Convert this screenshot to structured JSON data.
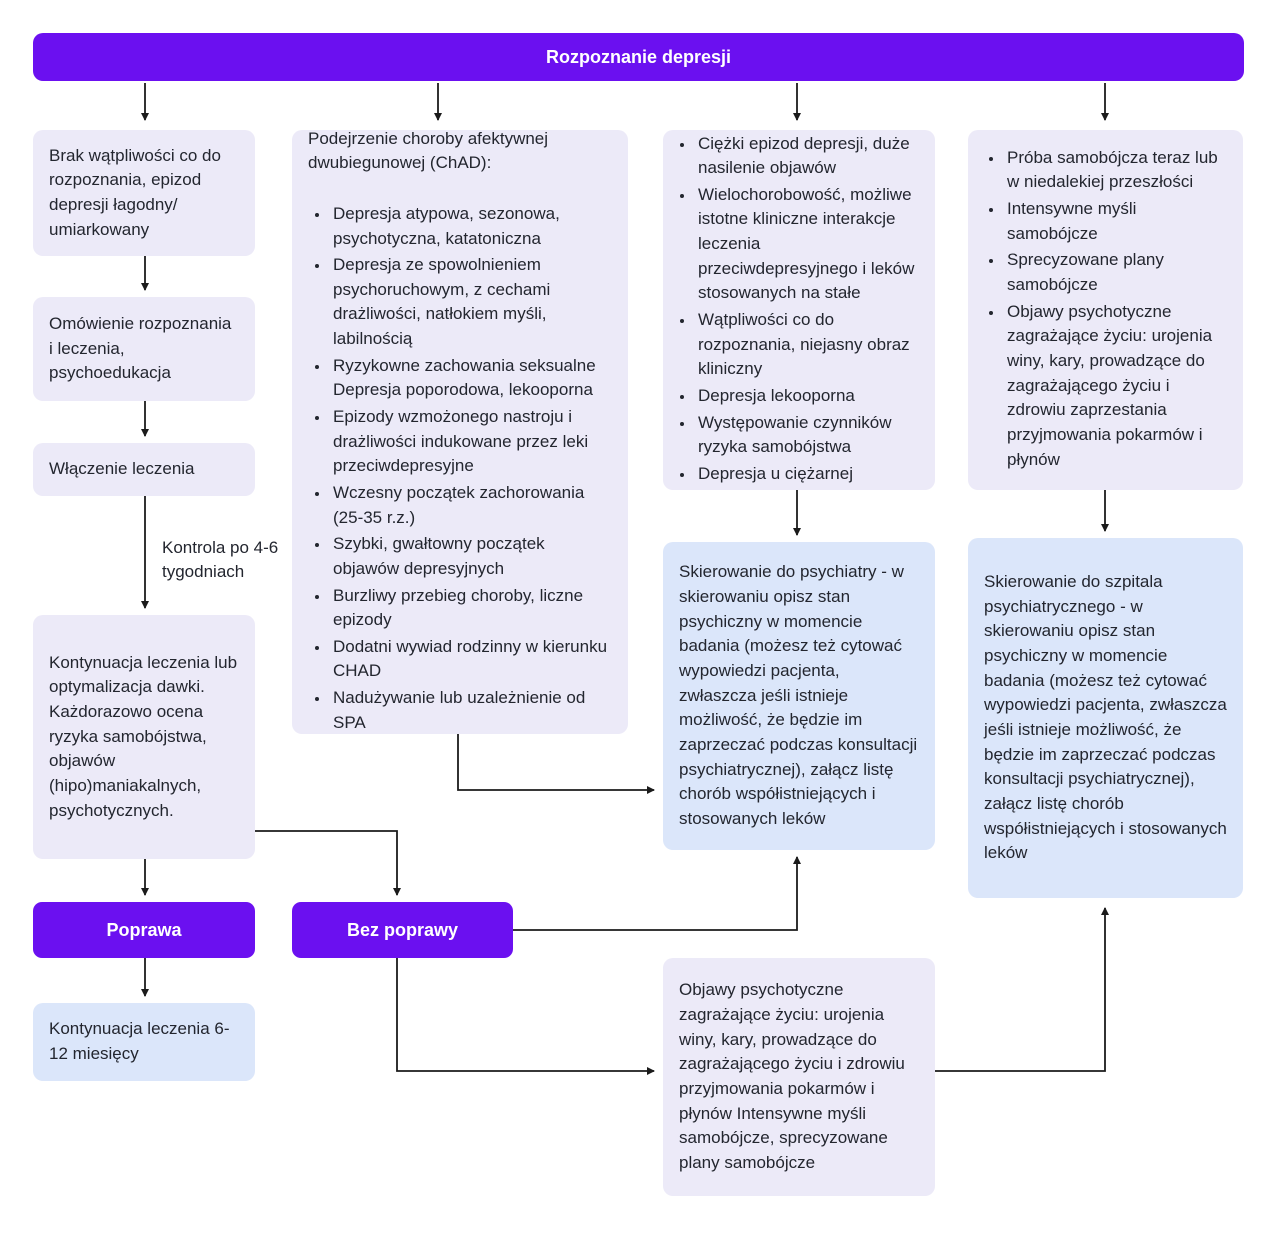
{
  "header": {
    "title": "Rozpoznanie depresji"
  },
  "colors": {
    "purple": "#6B10F0",
    "lavender": "#ECEAF8",
    "light_blue": "#DBE6FA",
    "line": "#1B1B1B",
    "text": "#23262F"
  },
  "column1": {
    "no_doubt": "Brak wątpliwości co do rozpoznania, epizod depresji łagodny/ umiarkowany",
    "psychoeducation": "Omówienie rozpoznania i leczenia, psychoedukacja",
    "start_treatment": "Włączenie leczenia",
    "followup_label": "Kontrola po 4-6 tygodniach",
    "continuation": "Kontynuacja leczenia lub optymalizacja dawki. Każdorazowo ocena ryzyka samobójstwa, objawów (hipo)maniakalnych, psychotycznych.",
    "improvement_button": "Poprawa",
    "continue_6_12": "Kontynuacja leczenia 6-12 miesięcy"
  },
  "column2": {
    "chad_title": "Podejrzenie choroby afektywnej dwubiegunowej (ChAD):",
    "chad_bullets": [
      "Depresja atypowa, sezonowa, psychotyczna, katatoniczna",
      "Depresja ze spowolnieniem psychoruchowym, z cechami drażliwości, natłokiem myśli, labilnością",
      "Ryzykowne zachowania seksualne Depresja poporodowa, lekooporna",
      "Epizody wzmożonego nastroju i drażliwości indukowane przez leki przeciwdepresyjne",
      "Wczesny początek zachorowania (25-35 r.z.)",
      "Szybki, gwałtowny początek objawów depresyjnych",
      "Burzliwy przebieg choroby, liczne epizody",
      "Dodatni wywiad rodzinny w kierunku CHAD",
      "Nadużywanie lub uzależnienie od SPA"
    ],
    "no_improvement_button": "Bez poprawy"
  },
  "column3": {
    "severe_bullets": [
      "Ciężki epizod depresji, duże nasilenie objawów",
      "Wielochorobowość, możliwe istotne kliniczne interakcje leczenia przeciwdepresyjnego i leków stosowanych na stałe",
      "Wątpliwości co do rozpoznania, niejasny obraz kliniczny",
      "Depresja lekooporna",
      "Występowanie czynników ryzyka samobójstwa",
      "Depresja u ciężarnej"
    ],
    "psychiatrist_referral": "Skierowanie do psychiatry - w skierowaniu opisz stan psychiczny w momencie badania (możesz też cytować wypowiedzi pacjenta, zwłaszcza jeśli istnieje możliwość, że będzie im zaprzeczać podczas konsultacji psychiatrycznej), załącz listę chorób współistniejących i stosowanych leków",
    "life_threatening": "Objawy psychotyczne zagrażające życiu: urojenia winy, kary, prowadzące do zagrażającego życiu i zdrowiu przyjmowania pokarmów i płynów Intensywne myśli samobójcze, sprecyzowane plany samobójcze"
  },
  "column4": {
    "suicide_bullets": [
      "Próba samobójcza teraz lub w niedalekiej przeszłości",
      "Intensywne myśli samobójcze",
      "Sprecyzowane plany samobójcze",
      "Objawy psychotyczne zagrażające życiu: urojenia winy, kary, prowadzące do zagrażającego życiu i zdrowiu zaprzestania przyjmowania pokarmów i płynów"
    ],
    "hospital_referral": "Skierowanie do szpitala psychiatrycznego - w skierowaniu opisz stan psychiczny w momencie badania (możesz też cytować wypowiedzi pacjenta, zwłaszcza jeśli istnieje możliwość, że będzie im zaprzeczać podczas konsultacji psychiatrycznej), załącz listę chorób współistniejących i stosowanych leków"
  }
}
